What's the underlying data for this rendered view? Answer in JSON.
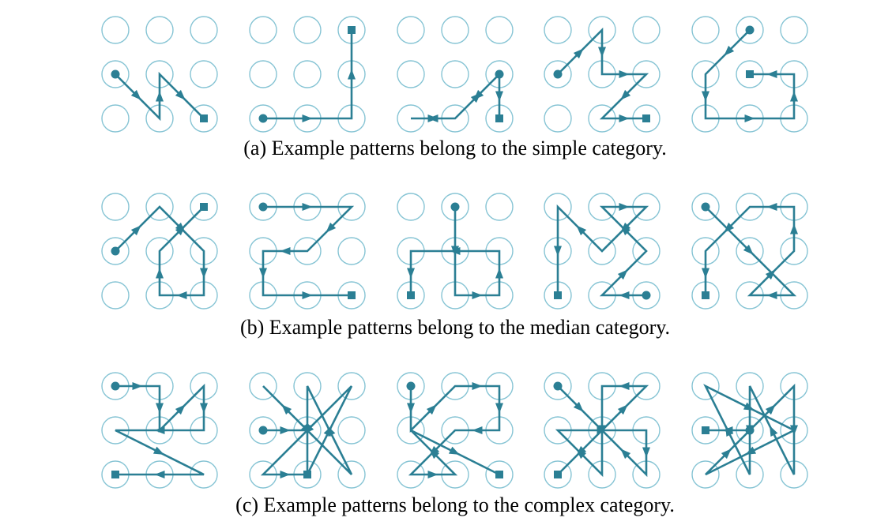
{
  "figure": {
    "colors": {
      "circle": "#86c4d4",
      "path": "#2b7f94"
    },
    "rows": [
      {
        "caption": "(a) Example patterns belong to the simple category.",
        "patterns": [
          {
            "seq": [
              [
                0,
                1
              ],
              [
                1,
                2
              ],
              [
                1,
                1
              ],
              [
                2,
                2
              ]
            ]
          },
          {
            "seq": [
              [
                0,
                2
              ],
              [
                2,
                2
              ],
              [
                2,
                0
              ]
            ]
          },
          {
            "seq": [
              [
                2,
                1
              ],
              [
                1,
                2
              ],
              [
                0,
                2
              ],
              [
                1,
                2
              ],
              [
                2,
                1
              ],
              [
                2,
                2
              ]
            ]
          },
          {
            "seq": [
              [
                0,
                1
              ],
              [
                1,
                0
              ],
              [
                1,
                1
              ],
              [
                2,
                1
              ],
              [
                1,
                2
              ],
              [
                2,
                2
              ]
            ]
          },
          {
            "seq": [
              [
                1,
                0
              ],
              [
                0,
                1
              ],
              [
                0,
                2
              ],
              [
                2,
                2
              ],
              [
                2,
                1
              ],
              [
                1,
                1
              ]
            ]
          }
        ]
      },
      {
        "caption": "(b) Example patterns belong to the median category.",
        "patterns": [
          {
            "seq": [
              [
                0,
                1
              ],
              [
                1,
                0
              ],
              [
                2,
                1
              ],
              [
                2,
                2
              ],
              [
                1,
                2
              ],
              [
                1,
                1
              ],
              [
                2,
                0
              ]
            ]
          },
          {
            "seq": [
              [
                0,
                0
              ],
              [
                2,
                0
              ],
              [
                1,
                1
              ],
              [
                0,
                1
              ],
              [
                0,
                2
              ],
              [
                2,
                2
              ]
            ]
          },
          {
            "seq": [
              [
                1,
                0
              ],
              [
                1,
                2
              ],
              [
                2,
                2
              ],
              [
                2,
                1
              ],
              [
                0,
                1
              ],
              [
                0,
                2
              ]
            ]
          },
          {
            "seq": [
              [
                2,
                2
              ],
              [
                1,
                2
              ],
              [
                2,
                1
              ],
              [
                1,
                0
              ],
              [
                2,
                0
              ],
              [
                1,
                1
              ],
              [
                0,
                0
              ],
              [
                0,
                2
              ]
            ]
          },
          {
            "seq": [
              [
                0,
                0
              ],
              [
                2,
                2
              ],
              [
                1,
                2
              ],
              [
                2,
                1
              ],
              [
                2,
                0
              ],
              [
                1,
                0
              ],
              [
                0,
                1
              ],
              [
                0,
                2
              ]
            ]
          }
        ]
      },
      {
        "caption": "(c) Example patterns belong to the complex category.",
        "patterns": [
          {
            "seq": [
              [
                0,
                0
              ],
              [
                1,
                0
              ],
              [
                1,
                1
              ],
              [
                2,
                0
              ],
              [
                2,
                1
              ],
              [
                0,
                1
              ],
              [
                2,
                2
              ],
              [
                0,
                2
              ]
            ]
          },
          {
            "seq": [
              [
                0,
                1
              ],
              [
                1,
                1
              ],
              [
                0,
                0
              ],
              [
                2,
                2
              ],
              [
                1,
                0
              ],
              [
                1,
                2
              ],
              [
                2,
                0
              ],
              [
                0,
                2
              ],
              [
                1,
                2
              ]
            ]
          },
          {
            "seq": [
              [
                0,
                0
              ],
              [
                0,
                1
              ],
              [
                1,
                0
              ],
              [
                2,
                0
              ],
              [
                2,
                1
              ],
              [
                1,
                1
              ],
              [
                0,
                2
              ],
              [
                1,
                2
              ],
              [
                0,
                1
              ],
              [
                2,
                2
              ]
            ]
          },
          {
            "seq": [
              [
                0,
                0
              ],
              [
                1,
                1
              ],
              [
                2,
                0
              ],
              [
                1,
                0
              ],
              [
                1,
                2
              ],
              [
                0,
                1
              ],
              [
                2,
                1
              ],
              [
                2,
                2
              ],
              [
                1,
                1
              ],
              [
                0,
                2
              ]
            ]
          },
          {
            "seq": [
              [
                1,
                1
              ],
              [
                2,
                0
              ],
              [
                2,
                2
              ],
              [
                1,
                0
              ],
              [
                1,
                2
              ],
              [
                0,
                0
              ],
              [
                2,
                1
              ],
              [
                0,
                2
              ],
              [
                1,
                1
              ],
              [
                0,
                1
              ]
            ]
          }
        ]
      }
    ]
  }
}
